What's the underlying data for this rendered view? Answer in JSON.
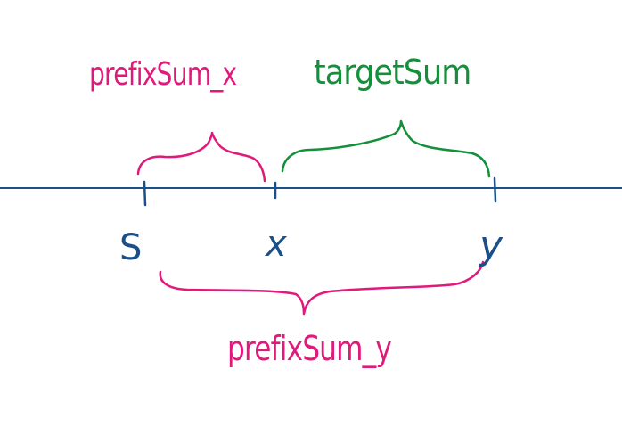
{
  "colors": {
    "axis": "#1b4f8a",
    "pink": "#e0197a",
    "green": "#13903a",
    "point_label": "#1b4f8a"
  },
  "labels": {
    "prefix_x": "prefixSum_x",
    "target": "targetSum",
    "prefix_y": "prefixSum_y"
  },
  "points": {
    "s": "S",
    "x": "x",
    "y": "y"
  }
}
